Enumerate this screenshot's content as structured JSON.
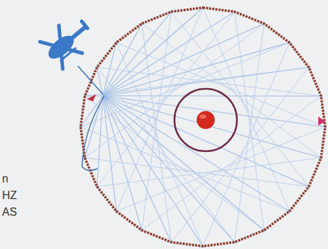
{
  "diagram": {
    "labels": [
      "n",
      "HZ",
      "AS"
    ]
  }
}
